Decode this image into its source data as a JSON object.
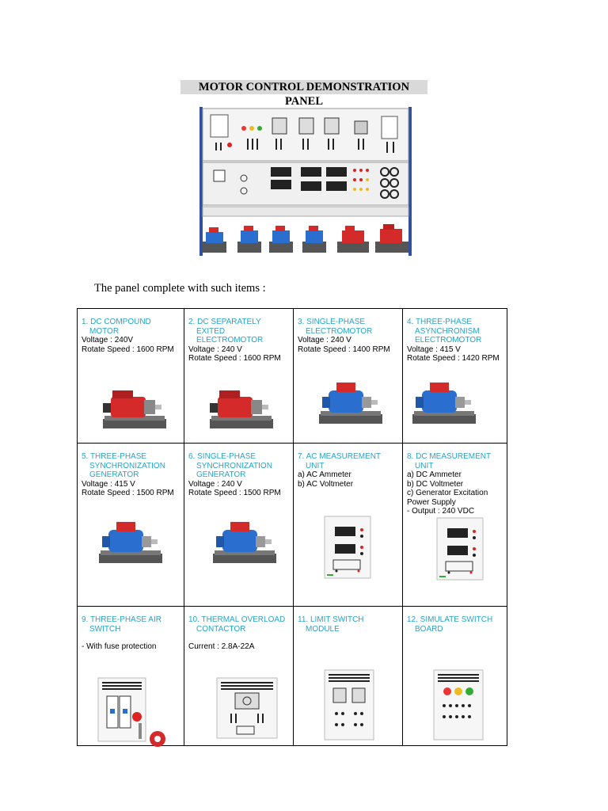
{
  "title": "MOTOR CONTROL DEMONSTRATION PANEL",
  "intro": "The panel complete with such items :",
  "colors": {
    "title_bg": "#d9d9d9",
    "item_title": "#29a3c6",
    "motor_red": "#d42a2a",
    "motor_blue": "#2a6fd0"
  },
  "items": [
    {
      "num": "1.",
      "title_lines": [
        "DC COMPOUND",
        "MOTOR"
      ],
      "specs": [
        "Voltage : 240V",
        "Rotate Speed : 1600 RPM"
      ],
      "image": "dc-motor-red"
    },
    {
      "num": "2.",
      "title_lines": [
        "DC SEPARATELY",
        "EXITED",
        "ELECTROMOTOR"
      ],
      "specs": [
        "Voltage : 240 V",
        "Rotate Speed : 1600 RPM"
      ],
      "image": "dc-motor-red"
    },
    {
      "num": "3.",
      "title_lines": [
        "SINGLE-PHASE",
        "ELECTROMOTOR"
      ],
      "specs": [
        "Voltage : 240 V",
        "Rotate Speed : 1400 RPM"
      ],
      "image": "ac-motor-blue"
    },
    {
      "num": "4.",
      "title_lines": [
        "THREE-PHASE",
        "ASYNCHRONISM",
        "ELECTROMOTOR"
      ],
      "specs": [
        "Voltage : 415 V",
        "Rotate Speed : 1420 RPM"
      ],
      "image": "ac-motor-blue"
    },
    {
      "num": "5.",
      "title_lines": [
        "THREE-PHASE",
        "SYNCHRONIZATION",
        "GENERATOR"
      ],
      "specs": [
        "Voltage : 415 V",
        "Rotate Speed : 1500 RPM"
      ],
      "image": "ac-motor-blue"
    },
    {
      "num": "6.",
      "title_lines": [
        "SINGLE-PHASE",
        "SYNCHRONIZATION",
        "GENERATOR"
      ],
      "specs": [
        "Voltage : 240 V",
        "Rotate Speed : 1500 RPM"
      ],
      "image": "ac-motor-blue"
    },
    {
      "num": "7.",
      "title_lines": [
        "AC MEASUREMENT",
        "UNIT"
      ],
      "specs": [
        "a) AC Ammeter",
        "b) AC Voltmeter"
      ],
      "image": "meter-module"
    },
    {
      "num": "8.",
      "title_lines": [
        "DC MEASUREMENT",
        "UNIT"
      ],
      "specs": [
        "a) DC Ammeter",
        "b) DC Voltmeter",
        "c) Generator Excitation",
        "Power Supply",
        "- Output : 240 VDC"
      ],
      "image": "meter-module"
    },
    {
      "num": "9.",
      "title_lines": [
        "THREE-PHASE AIR",
        "SWITCH"
      ],
      "specs": [
        "- With fuse protection"
      ],
      "image": "air-switch-module"
    },
    {
      "num": "10.",
      "title_lines": [
        "THERMAL OVERLOAD",
        "CONTACTOR"
      ],
      "specs": [
        "Current : 2.8A-22A"
      ],
      "image": "contactor-module"
    },
    {
      "num": "11.",
      "title_lines": [
        "LIMIT SWITCH",
        "MODULE"
      ],
      "specs": [],
      "image": "limit-switch-module"
    },
    {
      "num": "12.",
      "title_lines": [
        "SIMULATE SWITCH",
        "BOARD"
      ],
      "specs": [],
      "image": "switch-board-module"
    }
  ]
}
